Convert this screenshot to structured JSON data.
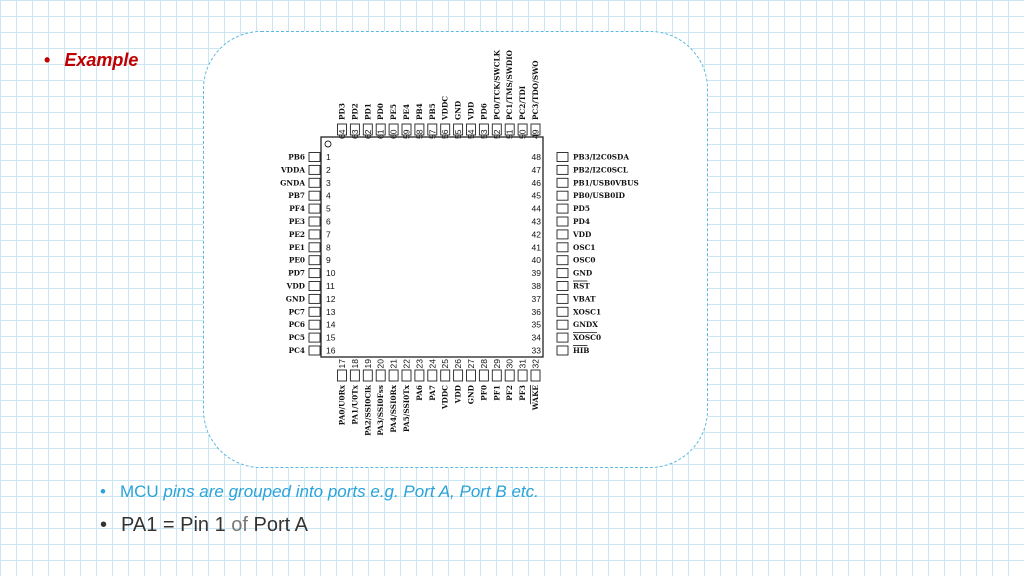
{
  "example_label": "Example",
  "bullet_char": "•",
  "chip": {
    "left_pins": [
      {
        "num": "1",
        "name": "PB6"
      },
      {
        "num": "2",
        "name": "VDDA"
      },
      {
        "num": "3",
        "name": "GNDA"
      },
      {
        "num": "4",
        "name": "PB7"
      },
      {
        "num": "5",
        "name": "PF4"
      },
      {
        "num": "6",
        "name": "PE3"
      },
      {
        "num": "7",
        "name": "PE2"
      },
      {
        "num": "8",
        "name": "PE1"
      },
      {
        "num": "9",
        "name": "PE0"
      },
      {
        "num": "10",
        "name": "PD7"
      },
      {
        "num": "11",
        "name": "VDD"
      },
      {
        "num": "12",
        "name": "GND"
      },
      {
        "num": "13",
        "name": "PC7"
      },
      {
        "num": "14",
        "name": "PC6"
      },
      {
        "num": "15",
        "name": "PC5"
      },
      {
        "num": "16",
        "name": "PC4"
      }
    ],
    "right_pins": [
      {
        "num": "48",
        "name": "PB3/I2C0SDA"
      },
      {
        "num": "47",
        "name": "PB2/I2C0SCL"
      },
      {
        "num": "46",
        "name": "PB1/USB0VBUS"
      },
      {
        "num": "45",
        "name": "PB0/USB0ID"
      },
      {
        "num": "44",
        "name": "PD5"
      },
      {
        "num": "43",
        "name": "PD4"
      },
      {
        "num": "42",
        "name": "VDD"
      },
      {
        "num": "41",
        "name": "OSC1"
      },
      {
        "num": "40",
        "name": "OSC0"
      },
      {
        "num": "39",
        "name": "GND"
      },
      {
        "num": "38",
        "name": "RST"
      },
      {
        "num": "37",
        "name": "VBAT"
      },
      {
        "num": "36",
        "name": "XOSC1"
      },
      {
        "num": "35",
        "name": "GNDX"
      },
      {
        "num": "34",
        "name": "XOSC0"
      },
      {
        "num": "33",
        "name": "HIB"
      }
    ],
    "bottom_pins": [
      {
        "num": "17",
        "name": "PA0/U0Rx"
      },
      {
        "num": "18",
        "name": "PA1/U0Tx"
      },
      {
        "num": "19",
        "name": "PA2/SSI0Clk"
      },
      {
        "num": "20",
        "name": "PA3/SSI0Fss"
      },
      {
        "num": "21",
        "name": "PA4/SSI0Rx"
      },
      {
        "num": "22",
        "name": "PA5/SSI0Tx"
      },
      {
        "num": "23",
        "name": "PA6"
      },
      {
        "num": "24",
        "name": "PA7"
      },
      {
        "num": "25",
        "name": "VDDC"
      },
      {
        "num": "26",
        "name": "VDD"
      },
      {
        "num": "27",
        "name": "GND"
      },
      {
        "num": "28",
        "name": "PF0"
      },
      {
        "num": "29",
        "name": "PF1"
      },
      {
        "num": "30",
        "name": "PF2"
      },
      {
        "num": "31",
        "name": "PF3"
      },
      {
        "num": "32",
        "name": "WAKE"
      }
    ],
    "top_pins": [
      {
        "num": "64",
        "name": "PD3"
      },
      {
        "num": "63",
        "name": "PD2"
      },
      {
        "num": "62",
        "name": "PD1"
      },
      {
        "num": "61",
        "name": "PD0"
      },
      {
        "num": "60",
        "name": "PE5"
      },
      {
        "num": "59",
        "name": "PE4"
      },
      {
        "num": "58",
        "name": "PB4"
      },
      {
        "num": "57",
        "name": "PB5"
      },
      {
        "num": "56",
        "name": "VDDC"
      },
      {
        "num": "55",
        "name": "GND"
      },
      {
        "num": "54",
        "name": "VDD"
      },
      {
        "num": "53",
        "name": "PD6"
      },
      {
        "num": "52",
        "name": "PC0/TCK/SWCLK"
      },
      {
        "num": "51",
        "name": "PC1/TMS/SWDIO"
      },
      {
        "num": "50",
        "name": "PC2/TDI"
      },
      {
        "num": "49",
        "name": "PC3/TDO/SWO"
      }
    ],
    "overlined_pins": [
      "RST",
      "HIB",
      "XOSC0",
      "WAKE"
    ]
  },
  "bullet1": {
    "mcu": "MCU",
    "rest": " pins are grouped into ports e.g. Port A, Port B etc."
  },
  "bullet2": {
    "pa1": "PA1",
    "eq": " = Pin 1 ",
    "of": "of",
    "port": " Port A"
  },
  "colors": {
    "example": "#c00000",
    "bullet1": "#29a3d9",
    "frame": "#5cb8e0",
    "grid": "#c9e6f2"
  }
}
